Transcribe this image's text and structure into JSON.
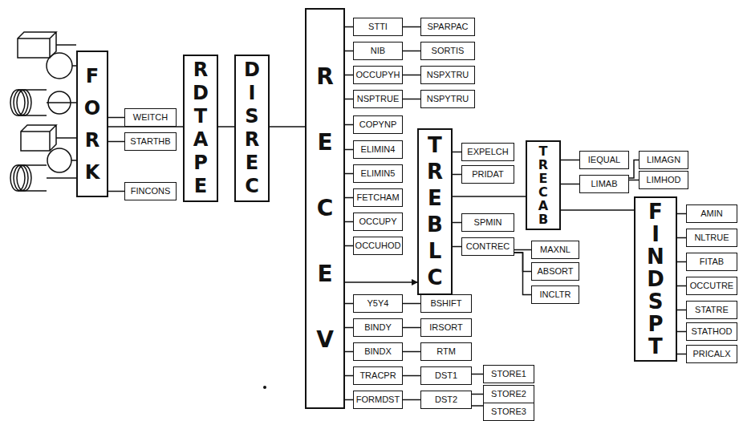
{
  "diagram": {
    "nodes": [
      {
        "text": [
          "FORK"
        ]
      },
      {
        "text": [
          "WEITCH"
        ]
      },
      {
        "text": [
          "STARTHB"
        ]
      },
      {
        "text": [
          "FINCONS"
        ]
      },
      {
        "text": [
          "RDTAPE"
        ]
      },
      {
        "text": [
          "DISREC"
        ]
      },
      {
        "text": [
          "RECEV"
        ]
      },
      {
        "text": [
          "STTI"
        ]
      },
      {
        "text": [
          "NIB"
        ]
      },
      {
        "text": [
          "OCCUPYH"
        ]
      },
      {
        "text": [
          "NSPTRUE"
        ]
      },
      {
        "text": [
          "COPYNP"
        ]
      },
      {
        "text": [
          "ELIMIN4"
        ]
      },
      {
        "text": [
          "ELIMIN5"
        ]
      },
      {
        "text": [
          "FETCHAM"
        ]
      },
      {
        "text": [
          "OCCUPY"
        ]
      },
      {
        "text": [
          "OCCUHOD"
        ]
      },
      {
        "text": [
          "Y5Y4"
        ]
      },
      {
        "text": [
          "BINDY"
        ]
      },
      {
        "text": [
          "BINDX"
        ]
      },
      {
        "text": [
          "TRACPR"
        ]
      },
      {
        "text": [
          "FORMDST"
        ]
      },
      {
        "text": [
          "SPARPAC"
        ]
      },
      {
        "text": [
          "SORTIS"
        ]
      },
      {
        "text": [
          "NSPXTRU"
        ]
      },
      {
        "text": [
          "NSPYTRU"
        ]
      },
      {
        "text": [
          "BSHIFT"
        ]
      },
      {
        "text": [
          "IRSORT"
        ]
      },
      {
        "text": [
          "RTM"
        ]
      },
      {
        "text": [
          "DST1"
        ]
      },
      {
        "text": [
          "DST2"
        ]
      },
      {
        "text": [
          "STORE1"
        ]
      },
      {
        "text": [
          "STORE2"
        ]
      },
      {
        "text": [
          "STORE3"
        ]
      },
      {
        "text": [
          "TREBLC"
        ]
      },
      {
        "text": [
          "EXPELCH"
        ]
      },
      {
        "text": [
          "PRIDAT"
        ]
      },
      {
        "text": [
          "SPMIN"
        ]
      },
      {
        "text": [
          "CONTREC"
        ]
      },
      {
        "text": [
          "MAXNL"
        ]
      },
      {
        "text": [
          "ABSORT"
        ]
      },
      {
        "text": [
          "INCLTR"
        ]
      },
      {
        "text": [
          "TRECAB"
        ]
      },
      {
        "text": [
          "IEQUAL"
        ]
      },
      {
        "text": [
          "LIMAB"
        ]
      },
      {
        "text": [
          "LIMAGN"
        ]
      },
      {
        "text": [
          "LIMHOD"
        ]
      },
      {
        "text": [
          "FINDSPT"
        ]
      },
      {
        "text": [
          "AMIN"
        ]
      },
      {
        "text": [
          "NLTRUE"
        ]
      },
      {
        "text": [
          "FITAB"
        ]
      },
      {
        "text": [
          "OCCUTRE"
        ]
      },
      {
        "text": [
          "STATRE"
        ]
      },
      {
        "text": [
          "STATHOD"
        ]
      },
      {
        "text": [
          "PRICALX"
        ]
      }
    ],
    "edges": [
      {
        "from": 0,
        "to": 1,
        "arrow": "none"
      },
      {
        "from": 0,
        "to": 2,
        "arrow": "none"
      },
      {
        "from": 0,
        "to": 3,
        "arrow": "none"
      },
      {
        "from": 0,
        "to": 4,
        "arrow": "none"
      },
      {
        "from": 4,
        "to": 5,
        "arrow": "none"
      },
      {
        "from": 5,
        "to": 6,
        "arrow": "none"
      },
      {
        "from": 6,
        "to": 7,
        "arrow": "none"
      },
      {
        "from": 6,
        "to": 8,
        "arrow": "none"
      },
      {
        "from": 6,
        "to": 9,
        "arrow": "none"
      },
      {
        "from": 6,
        "to": 10,
        "arrow": "none"
      },
      {
        "from": 6,
        "to": 11,
        "arrow": "none"
      },
      {
        "from": 6,
        "to": 12,
        "arrow": "none"
      },
      {
        "from": 6,
        "to": 13,
        "arrow": "none"
      },
      {
        "from": 6,
        "to": 14,
        "arrow": "none"
      },
      {
        "from": 6,
        "to": 15,
        "arrow": "none"
      },
      {
        "from": 6,
        "to": 16,
        "arrow": "none"
      },
      {
        "from": 6,
        "to": 17,
        "arrow": "none"
      },
      {
        "from": 6,
        "to": 18,
        "arrow": "none"
      },
      {
        "from": 6,
        "to": 19,
        "arrow": "none"
      },
      {
        "from": 6,
        "to": 20,
        "arrow": "none"
      },
      {
        "from": 6,
        "to": 21,
        "arrow": "none"
      },
      {
        "from": 6,
        "to": 34,
        "arrow": "to"
      },
      {
        "from": 7,
        "to": 22,
        "arrow": "none"
      },
      {
        "from": 8,
        "to": 23,
        "arrow": "none"
      },
      {
        "from": 9,
        "to": 24,
        "arrow": "none"
      },
      {
        "from": 10,
        "to": 25,
        "arrow": "none"
      },
      {
        "from": 17,
        "to": 26,
        "arrow": "none"
      },
      {
        "from": 18,
        "to": 27,
        "arrow": "none"
      },
      {
        "from": 19,
        "to": 28,
        "arrow": "none"
      },
      {
        "from": 20,
        "to": 29,
        "arrow": "none"
      },
      {
        "from": 21,
        "to": 30,
        "arrow": "none"
      },
      {
        "from": 29,
        "to": 31,
        "arrow": "none"
      },
      {
        "from": 30,
        "to": 32,
        "arrow": "none"
      },
      {
        "from": 30,
        "to": 33,
        "arrow": "none"
      },
      {
        "from": 34,
        "to": 35,
        "arrow": "none"
      },
      {
        "from": 34,
        "to": 36,
        "arrow": "none"
      },
      {
        "from": 34,
        "to": 37,
        "arrow": "none"
      },
      {
        "from": 34,
        "to": 38,
        "arrow": "none"
      },
      {
        "from": 38,
        "to": 39,
        "arrow": "none"
      },
      {
        "from": 38,
        "to": 40,
        "arrow": "none"
      },
      {
        "from": 38,
        "to": 41,
        "arrow": "none"
      },
      {
        "from": 34,
        "to": 42,
        "arrow": "none"
      },
      {
        "from": 42,
        "to": 43,
        "arrow": "none"
      },
      {
        "from": 42,
        "to": 44,
        "arrow": "none"
      },
      {
        "from": 44,
        "to": 45,
        "arrow": "none"
      },
      {
        "from": 44,
        "to": 46,
        "arrow": "none"
      },
      {
        "from": 42,
        "to": 47,
        "arrow": "none"
      },
      {
        "from": 47,
        "to": 48,
        "arrow": "none"
      },
      {
        "from": 47,
        "to": 49,
        "arrow": "none"
      },
      {
        "from": 47,
        "to": 50,
        "arrow": "none"
      },
      {
        "from": 47,
        "to": 51,
        "arrow": "none"
      },
      {
        "from": 47,
        "to": 52,
        "arrow": "none"
      },
      {
        "from": 47,
        "to": 53,
        "arrow": "none"
      },
      {
        "from": 47,
        "to": 54,
        "arrow": "none"
      }
    ]
  }
}
